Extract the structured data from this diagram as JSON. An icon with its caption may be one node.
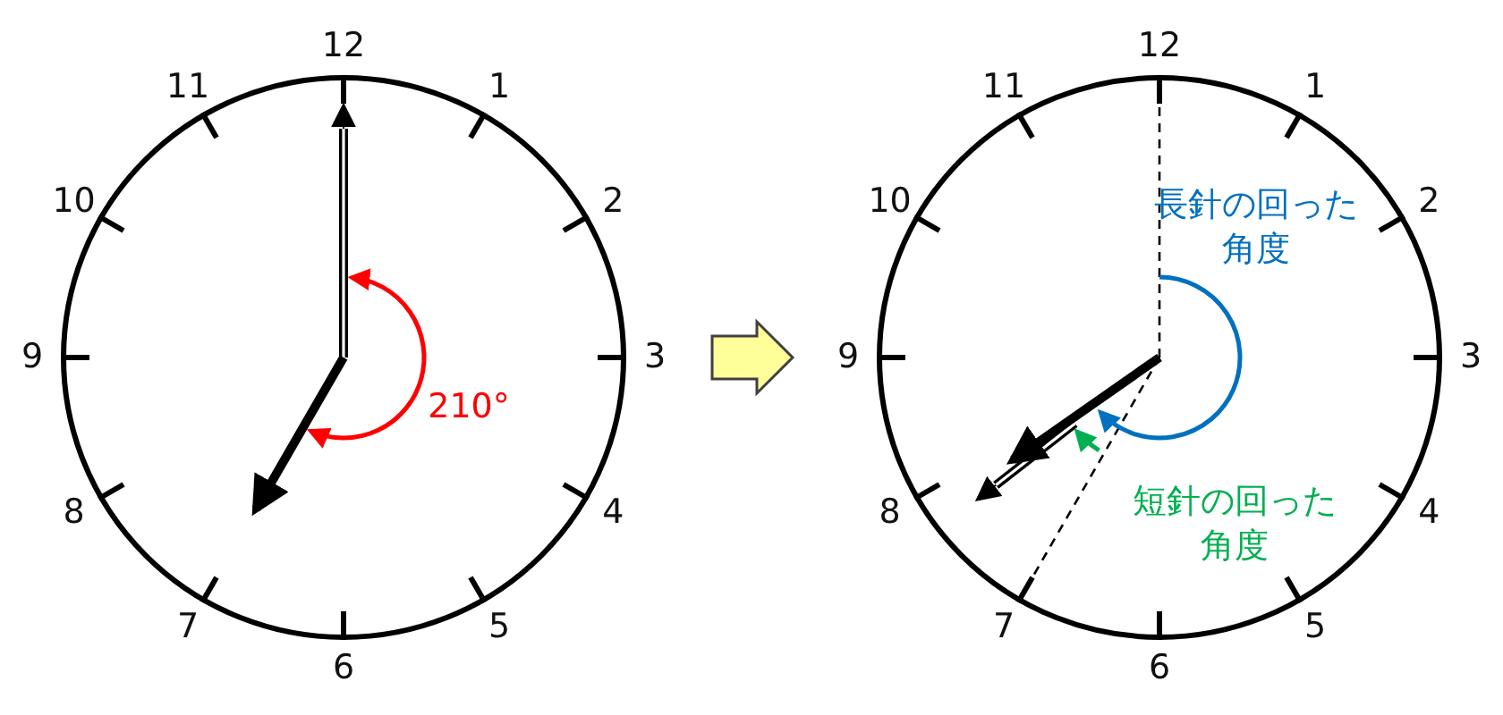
{
  "diagram": {
    "nodes": [
      {
        "text": [
          "12",
          "1",
          "2",
          "3",
          "4",
          "5",
          "6",
          "7",
          "8",
          "9",
          "10",
          "11"
        ]
      },
      {
        "text": [
          "12",
          "1",
          "2",
          "3",
          "4",
          "5",
          "6",
          "7",
          "8",
          "9",
          "10",
          "11"
        ]
      }
    ],
    "edges": [
      {
        "from": 0,
        "to": 1,
        "arrow": "to"
      }
    ],
    "labels": [
      "210°",
      "長針の回った角度",
      "短針の回った角度"
    ]
  }
}
